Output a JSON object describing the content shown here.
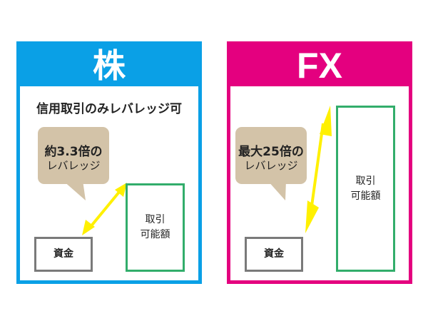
{
  "panels": [
    {
      "title": "株",
      "subtitle": "信用取引のみレバレッジ可",
      "bubble_line1": "約3.3倍の",
      "bubble_line2": "レバレッジ",
      "fund_label": "資金",
      "avail_label": "取引\n可能額"
    },
    {
      "title": "FX",
      "subtitle": "",
      "bubble_line1": "最大25倍の",
      "bubble_line2": "レバレッジ",
      "fund_label": "資金",
      "avail_label": "取引\n可能額"
    }
  ],
  "colors": {
    "kabu": "#0aa0e6",
    "fx": "#e4007f",
    "available_box": "#32ad6b",
    "fund_box": "#7a7a7a",
    "bubble": "#d3c3a8",
    "arrow": "#fff000"
  }
}
